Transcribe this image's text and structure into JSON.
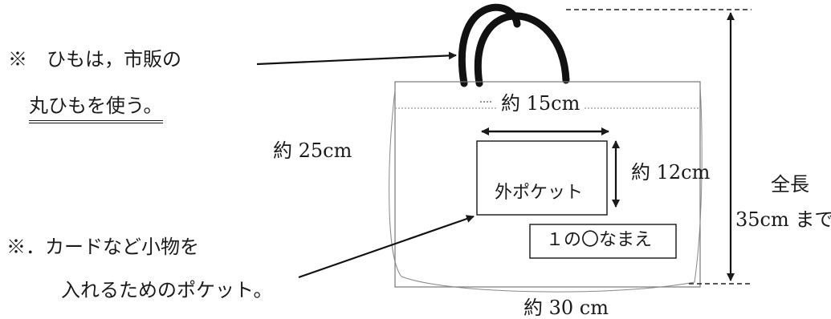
{
  "notes": {
    "string_note_line1": "※　ひもは，市販の",
    "string_note_line2": "丸ひもを使う。",
    "pocket_note_line1": "※．カードなど小物を",
    "pocket_note_line2": "入れるためのポケット。"
  },
  "dimensions": {
    "width_top": "約 15cm",
    "height_bag": "約 25cm",
    "pocket_height": "約 12cm",
    "total_length_line1": "全長",
    "total_length_line2": "35cm まで",
    "width_bottom": "約 30 cm"
  },
  "labels": {
    "outer_pocket": "外ポケット",
    "name_tag": "１の〇なまえ"
  },
  "colors": {
    "ink": "#1a1a1a"
  }
}
